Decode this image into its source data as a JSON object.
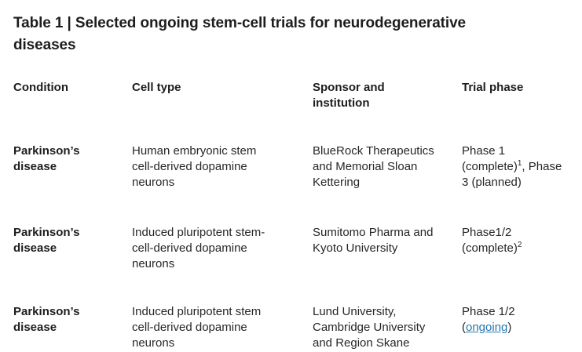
{
  "title": "Table 1 | Selected ongoing stem-cell trials for neurodegenerative\ndiseases",
  "colors": {
    "background": "#ffffff",
    "heading_text": "#1d1d1d",
    "body_text": "#262626",
    "link": "#2478ad"
  },
  "table": {
    "columns": [
      {
        "label": "Condition"
      },
      {
        "label": "Cell type"
      },
      {
        "label": "Sponsor and\ninstitution"
      },
      {
        "label": "Trial phase"
      }
    ],
    "rows": [
      {
        "condition": "Parkinson’s\ndisease",
        "cell_type": "Human embryonic stem\ncell-derived dopamine\nneurons",
        "sponsor": "BlueRock Therapeutics\nand Memorial Sloan\nKettering",
        "phase": {
          "pre": "Phase 1\n(complete)",
          "sup": "1",
          "post": ", Phase\n3 (planned)"
        }
      },
      {
        "condition": "Parkinson’s\ndisease",
        "cell_type": "Induced pluripotent stem-\ncell-derived dopamine\nneurons",
        "sponsor": "Sumitomo Pharma and\nKyoto University",
        "phase": {
          "pre": "Phase1/2\n(complete)",
          "sup": "2",
          "post": ""
        }
      },
      {
        "condition": "Parkinson’s\ndisease",
        "cell_type": "Induced pluripotent stem\ncell-derived dopamine\nneurons",
        "sponsor": "Lund University,\nCambridge University\nand Region Skane",
        "phase": {
          "pre": "Phase 1/2\n(",
          "link": "ongoing",
          "post": ")"
        }
      }
    ]
  }
}
